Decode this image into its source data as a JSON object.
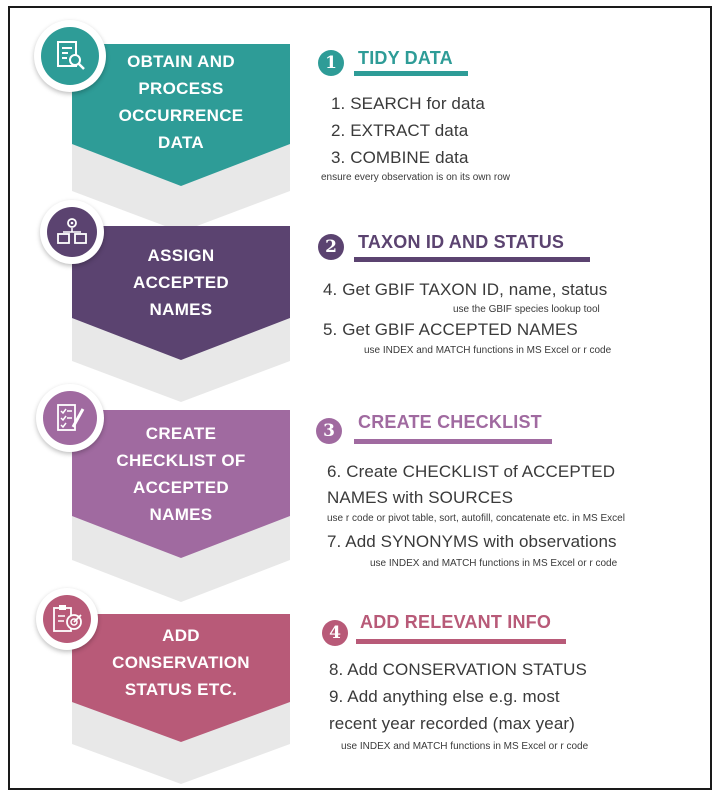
{
  "steps": [
    {
      "color": "#2e9c97",
      "icon": "document-search-icon",
      "title": [
        "OBTAIN AND",
        "PROCESS",
        "OCCURRENCE",
        "DATA"
      ],
      "number": "1",
      "heading": "TIDY DATA",
      "items": [
        {
          "text": "1. SEARCH for data"
        },
        {
          "text": "2. EXTRACT data"
        },
        {
          "text": "3. COMBINE data"
        }
      ],
      "notes": [
        "ensure every observation is on its own row"
      ]
    },
    {
      "color": "#5b4370",
      "icon": "gear-boxes-icon",
      "title": [
        "ASSIGN",
        "ACCEPTED",
        "NAMES"
      ],
      "number": "2",
      "heading": "TAXON ID AND STATUS",
      "items": [
        {
          "text": "4. Get GBIF TAXON ID, name, status"
        },
        {
          "text": "use the GBIF species lookup tool"
        },
        {
          "text": "5. Get GBIF ACCEPTED NAMES"
        },
        {
          "text": "use INDEX and MATCH functions in MS Excel or r code"
        }
      ]
    },
    {
      "color": "#a06aa0",
      "icon": "checklist-pencil-icon",
      "title": [
        "CREATE",
        "CHECKLIST OF",
        "ACCEPTED",
        "NAMES"
      ],
      "number": "3",
      "heading": "CREATE CHECKLIST",
      "items": [
        {
          "text": "6. Create CHECKLIST of ACCEPTED"
        },
        {
          "text": "NAMES with SOURCES"
        },
        {
          "text": "use r code or pivot table, sort, autofill, concatenate etc. in MS Excel"
        },
        {
          "text": "7. Add SYNONYMS with observations"
        },
        {
          "text": "use INDEX and MATCH functions in MS Excel or r code"
        }
      ]
    },
    {
      "color": "#b85a78",
      "icon": "clipboard-target-icon",
      "title": [
        "ADD",
        "CONSERVATION",
        "STATUS ETC."
      ],
      "number": "4",
      "heading": "ADD RELEVANT INFO",
      "items": [
        {
          "text": "8. Add CONSERVATION STATUS"
        },
        {
          "text": "9. Add anything else e.g. most"
        },
        {
          "text": "recent year recorded (max year)"
        },
        {
          "text": "use INDEX and MATCH functions in MS Excel or r code"
        }
      ]
    }
  ]
}
